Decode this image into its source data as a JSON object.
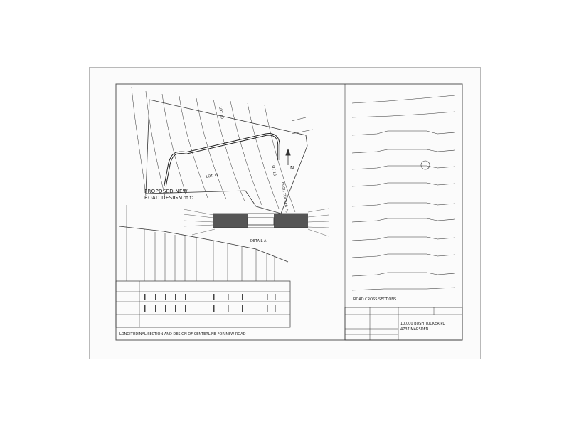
{
  "plan": {
    "title_line1": "PROPOSED NEW",
    "title_line2": "ROAD DESIGN",
    "lot_labels": [
      "LOT 10",
      "LOT 11",
      "LOT 12",
      "LOT 13"
    ],
    "street": "BUSH TUCKER PL",
    "north": "N"
  },
  "detail": {
    "label": "DETAIL A"
  },
  "profile": {
    "caption": "LONGITUDINAL SECTION AND DESIGN OF CENTERLINE FOR NEW ROAD"
  },
  "cross_sections": {
    "caption": "ROAD CROSS SECTIONS"
  },
  "title_block": {
    "line1": "10,000 BUSH TUCKER PL",
    "line2": "4737 MARSDEN"
  }
}
